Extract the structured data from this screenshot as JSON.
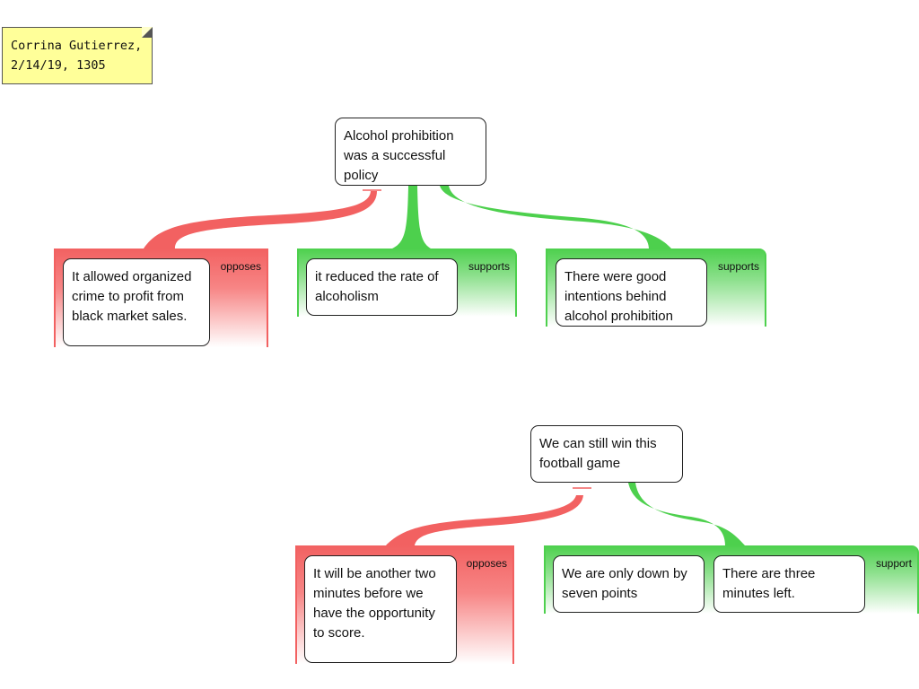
{
  "note": {
    "text": "Corrina Gutierrez, 2/14/19, 1305"
  },
  "map1": {
    "claim": "Alcohol prohibition was a successful policy",
    "reasons": [
      {
        "type": "opposes",
        "label": "opposes",
        "text": "It allowed organized crime to profit from black market sales."
      },
      {
        "type": "supports",
        "label": "supports",
        "text": "it reduced the rate of alcoholism"
      },
      {
        "type": "supports",
        "label": "supports",
        "text": "There were good intentions behind alcohol prohibition"
      }
    ]
  },
  "map2": {
    "claim": "We can still win this football game",
    "reasons": [
      {
        "type": "opposes",
        "label": "opposes",
        "text": "It will be another two minutes before we have the opportunity to score."
      },
      {
        "type": "support",
        "label": "support",
        "premises": [
          "We are only down by seven points",
          "There are three minutes left."
        ]
      }
    ]
  },
  "colors": {
    "oppose": "#f26161",
    "support": "#4dd04d"
  }
}
